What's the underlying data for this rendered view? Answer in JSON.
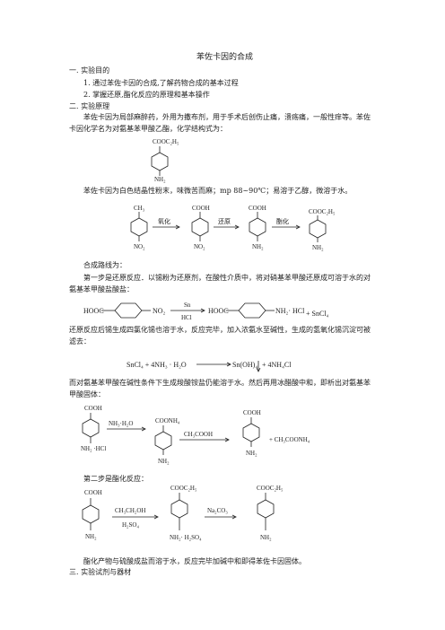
{
  "doc": {
    "title": "苯佐卡因的合成",
    "s1": "一. 实验目的",
    "s1_items": [
      "1.   通过苯佐卡因的合成,了解药物合成的基本过程",
      "2.   掌握还原,酯化反应的原理和基本操作"
    ],
    "s2": "二. 实验原理",
    "intro": "苯佐卡因为局部麻醉药，外用为撒布剂，用于手术后创伤止痛，溃疡痛，一般性痒等。苯佐卡因化学名为对氨基苯甲酸乙酯，化学结构式为：",
    "props": "苯佐卡因为白色结晶性粉末，味微苦而麻；mp 88~90℃；易溶于乙醇，微溶于水。",
    "route_label": "合成路线为：",
    "step1": "第一步是还原反应．以锡粉为还原剂，在酸性介质中，将对硝基苯甲酸还原成可溶于水的对氨基苯甲酸盐酸盐：",
    "after_red": "还原反应后锡生成四氯化锡也溶于水，反应完毕，加入浓氨水至碱性，生成的氢氧化锡沉淀可被滤去：",
    "neutral": "而对氨基苯甲酸在碱性条件下生成羧酸铵盐仍能溶于水。然后再用冰醋酸中和，即析出对氨基苯甲酸固体：",
    "step2": "第二步是酯化反应：",
    "ester_note": "酯化产物与硫酸成盐而溶于水，反应完毕加碱中和即得苯佐卡因固体。",
    "s3": "三. 实验试剂与器材"
  },
  "chem": {
    "cooc2h5": "COOC₂H₅",
    "nh2": "NH₂",
    "ch3": "CH₃",
    "no2": "NO₂",
    "cooh": "COOH",
    "coonh4": "COONH₄",
    "nh2hcl": "NH₂ ·HCl",
    "nh2h2so4": "NH₂· H₂SO₄",
    "arrow_oxid": "氧化",
    "arrow_red": "还原",
    "arrow_est": "酯化",
    "hooc": "HOOC",
    "sn": "Sn",
    "hcl": "HCl",
    "nh2hcl2": "NH₂· HCl",
    "sncl4_plus": "+  SnCl₄",
    "eq2_left": "SnCl₄ + 4NH₃ · H₂O",
    "eq2_right": "Sn(OH)₄",
    "eq2_tail": "+  4NH₄Cl",
    "nh3h2o": "NH₃·H₂O",
    "ch3cooh": "CH₃COOH",
    "plus_ch3coonh4": "+ CH₃COONH₄",
    "ch3ch2oh": "CH₃CH₂OH",
    "h2so4": "H₂SO₄",
    "na2co3": "Na₂CO₃"
  }
}
